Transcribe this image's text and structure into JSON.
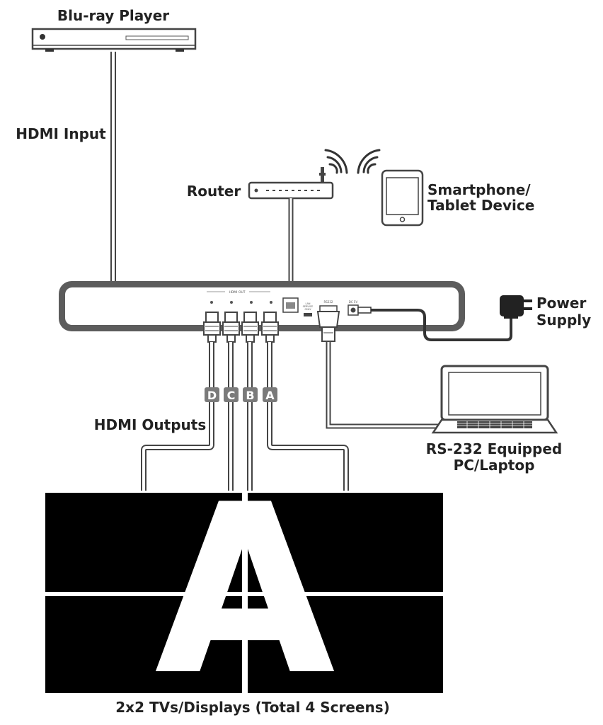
{
  "labels": {
    "bluray": "Blu-ray Player",
    "hdmi_input": "HDMI Input",
    "router": "Router",
    "smartphone_line1": "Smartphone/",
    "smartphone_line2": "Tablet Device",
    "power_line1": "Power",
    "power_line2": "Supply",
    "hdmi_outputs": "HDMI Outputs",
    "pc_line1": "RS-232 Equipped",
    "pc_line2": "PC/Laptop",
    "displays": "2x2 TVs/Displays (Total 4 Screens)"
  },
  "ports": {
    "hdmi_out": "HDMI OUT",
    "lan_line1": "LAN",
    "lan_line2": "SERVICE",
    "lan_line3": "ONLY",
    "rs232": "RS232",
    "dc": "DC 5V"
  },
  "output_badges": [
    "D",
    "C",
    "B",
    "A"
  ],
  "screen_letter": "A",
  "colors": {
    "line": "#444444",
    "cable_fill": "#ffffff",
    "unit_outline": "#555555",
    "badge": "#7a7a7a",
    "screen": "#000000",
    "text": "#222222"
  }
}
